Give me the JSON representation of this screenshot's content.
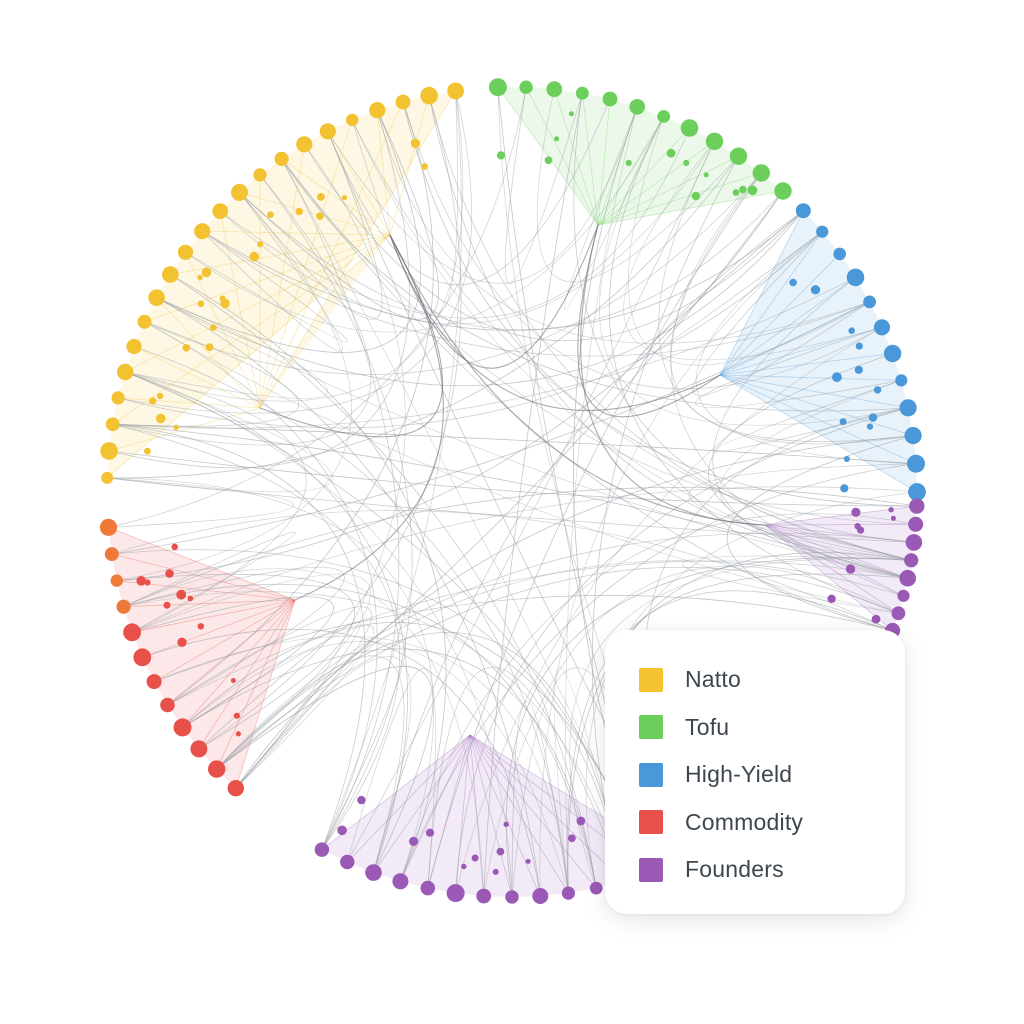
{
  "legend": {
    "items": [
      {
        "label": "Natto",
        "color": "#f2c230"
      },
      {
        "label": "Tofu",
        "color": "#6ccf5b"
      },
      {
        "label": "High-Yield",
        "color": "#4a98d9"
      },
      {
        "label": "Commodity",
        "color": "#e8504a"
      },
      {
        "label": "Founders",
        "color": "#9b59b6"
      }
    ]
  },
  "palette": {
    "natto": "#f2c230",
    "tofu": "#6ccf5b",
    "high_yield": "#4a98d9",
    "commodity": "#e8504a",
    "commodity_orange": "#ee7a3a",
    "founders": "#9b59b6",
    "edge": "#9aa0a6"
  }
}
